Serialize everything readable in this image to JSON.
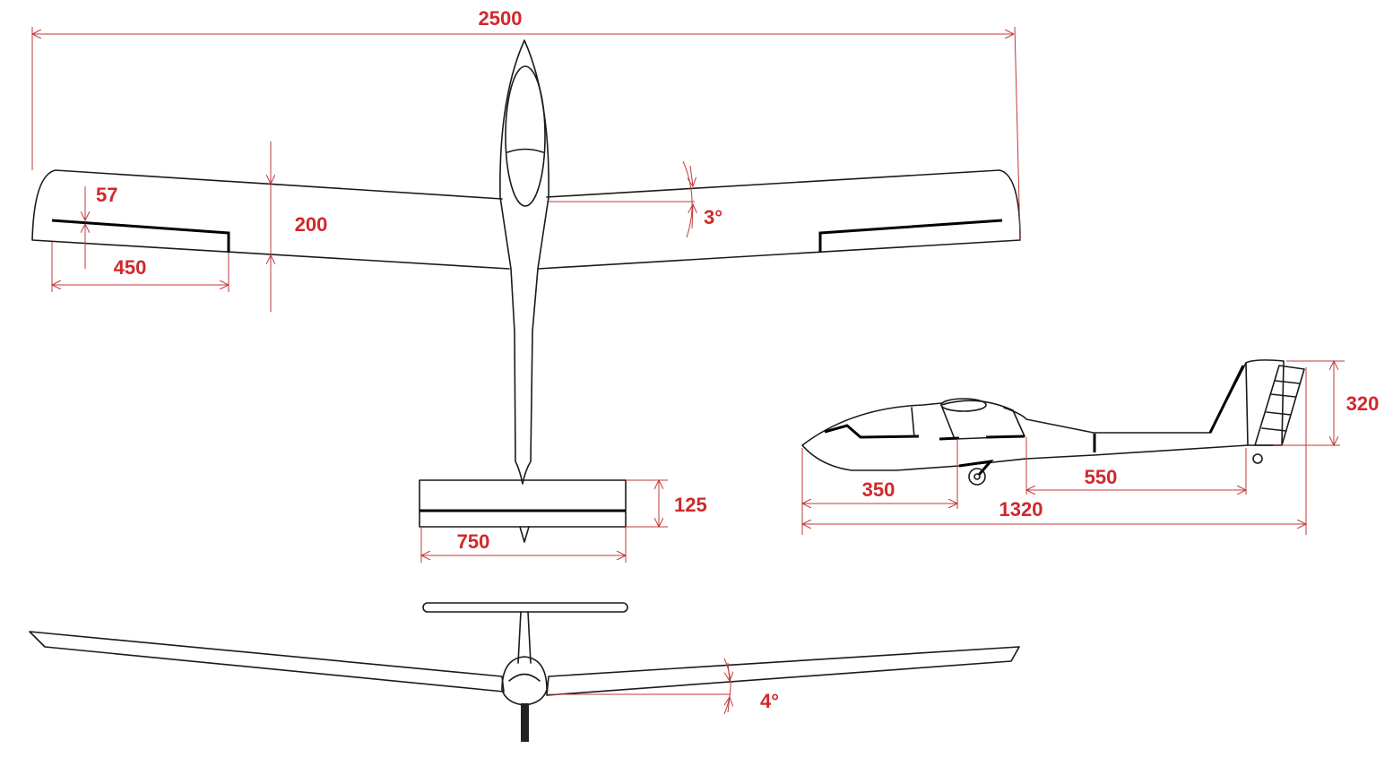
{
  "title": "Glider three-view drawing with dimensions",
  "colors": {
    "dimension": "#d0282b",
    "ink": "#1a1a1a"
  },
  "top_view": {
    "wingspan": "2500",
    "aileron_chord": "57",
    "aileron_length": "450",
    "wing_chord": "200",
    "sweep_angle": "3°",
    "stabilizer_chord": "125",
    "stabilizer_span": "750"
  },
  "side_view": {
    "nose_to_wing": "350",
    "overall_length": "1320",
    "wing_to_tail": "550",
    "fin_height": "320"
  },
  "front_view": {
    "dihedral_angle": "4°"
  }
}
